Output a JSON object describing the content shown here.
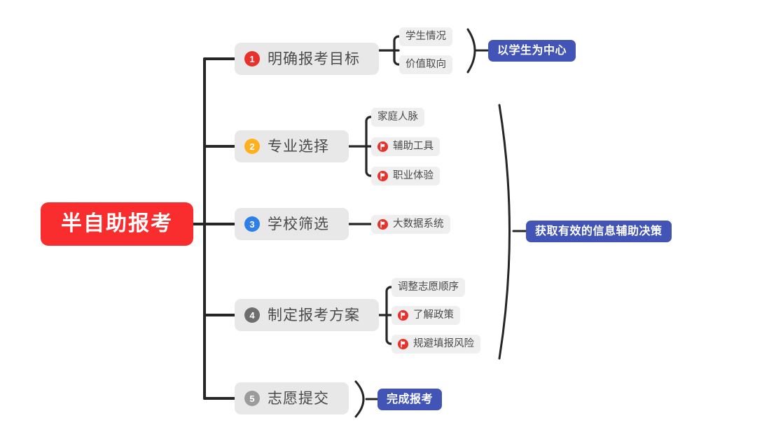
{
  "diagram": {
    "type": "mindmap",
    "root": {
      "label": "半自助报考",
      "color": "#F92D2D",
      "text_color": "#FFFFFF"
    },
    "branches": [
      {
        "number": "1",
        "badge_color": "#E8312A",
        "label": "明确报考目标",
        "children": [
          {
            "label": "学生情况",
            "icon": null
          },
          {
            "label": "价值取向",
            "icon": null
          }
        ]
      },
      {
        "number": "2",
        "badge_color": "#FFB01F",
        "label": "专业选择",
        "children": [
          {
            "label": "家庭人脉",
            "icon": null
          },
          {
            "label": "辅助工具",
            "icon": "red-flag-icon"
          },
          {
            "label": "职业体验",
            "icon": "red-flag-icon"
          }
        ]
      },
      {
        "number": "3",
        "badge_color": "#2F7FE8",
        "label": "学校筛选",
        "children": [
          {
            "label": "大数据系统",
            "icon": "red-flag-icon"
          }
        ]
      },
      {
        "number": "4",
        "badge_color": "#6E6E6E",
        "label": "制定报考方案",
        "children": [
          {
            "label": "调整志愿顺序",
            "icon": null
          },
          {
            "label": "了解政策",
            "icon": "red-flag-icon"
          },
          {
            "label": "规避填报风险",
            "icon": "red-flag-icon"
          }
        ]
      },
      {
        "number": "5",
        "badge_color": "#9B9B9B",
        "label": "志愿提交",
        "children": []
      }
    ],
    "conclusions": [
      {
        "label": "以学生为中心",
        "color": "#4254B5",
        "groups": [
          "明确报考目标"
        ]
      },
      {
        "label": "获取有效的信息辅助决策",
        "color": "#4254B5",
        "groups": [
          "专业选择",
          "学校筛选",
          "制定报考方案"
        ]
      },
      {
        "label": "完成报考",
        "color": "#4254B5",
        "groups": [
          "志愿提交"
        ]
      }
    ],
    "colors": {
      "node_background": "#E8E8E8",
      "sub_background": "#EFEFEF",
      "connector": "#262626",
      "node_text": "#4A4A4A",
      "canvas_background": "#FFFFFF"
    }
  }
}
